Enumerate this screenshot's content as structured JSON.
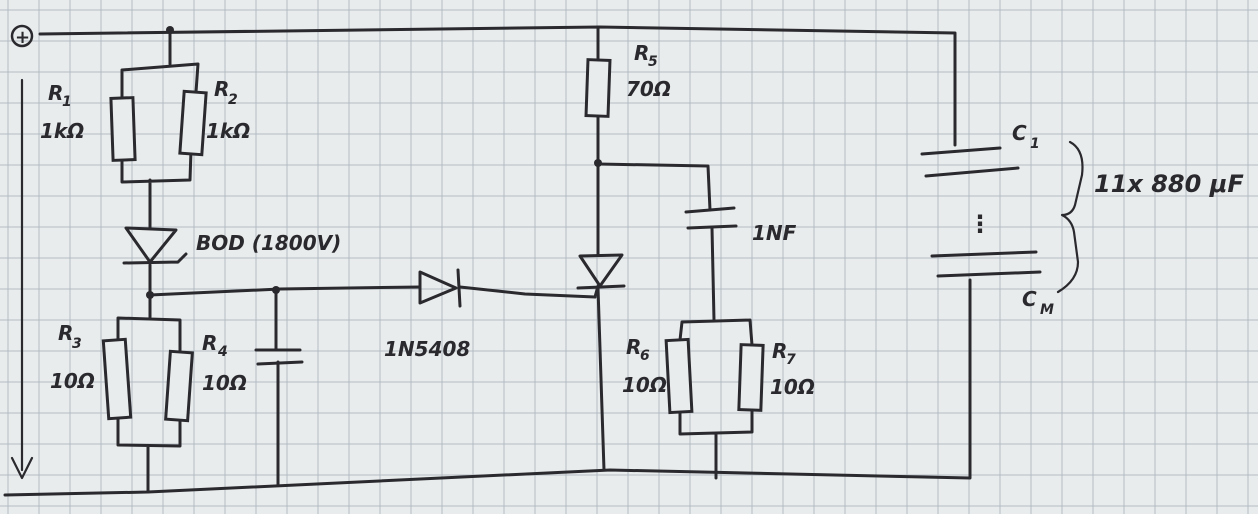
{
  "terminal": {
    "symbol": "+"
  },
  "resistors": {
    "r1": {
      "name": "R",
      "sub": "1",
      "value": "1kΩ"
    },
    "r2": {
      "name": "R",
      "sub": "2",
      "value": "1kΩ"
    },
    "r3": {
      "name": "R",
      "sub": "3",
      "value": "10Ω"
    },
    "r4": {
      "name": "R",
      "sub": "4",
      "value": "10Ω"
    },
    "r5": {
      "name": "R",
      "sub": "5",
      "value": "70Ω"
    },
    "r6": {
      "name": "R",
      "sub": "6",
      "value": "10Ω"
    },
    "r7": {
      "name": "R",
      "sub": "7",
      "value": "10Ω"
    }
  },
  "diodes": {
    "bod": {
      "label": "BOD (1800V)"
    },
    "d1": {
      "label": "1N5408"
    }
  },
  "capacitors": {
    "snubber": {
      "value": "1NF"
    },
    "bank_top": {
      "name": "C",
      "sub": "1"
    },
    "bank_bottom": {
      "name": "C",
      "sub": "M"
    },
    "bank_dots": "⋮",
    "bank_label": "11x 880 μF"
  },
  "colors": {
    "ink": "#2a2a2e",
    "paper": "#e9ecec",
    "grid": "#b3bcc4"
  }
}
